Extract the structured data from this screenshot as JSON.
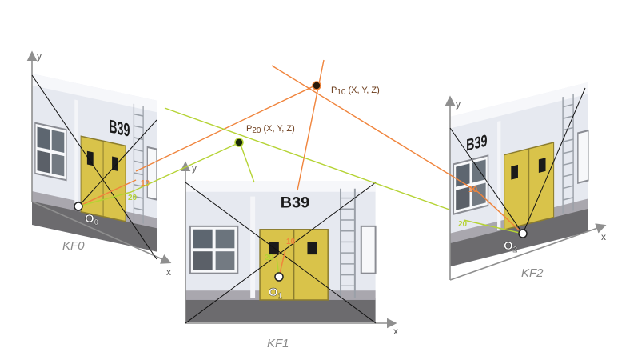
{
  "keyframes": [
    {
      "label": "KF0",
      "origin": "O",
      "origin_sub": "0"
    },
    {
      "label": "KF1",
      "origin": "O",
      "origin_sub": "1"
    },
    {
      "label": "KF2",
      "origin": "O",
      "origin_sub": "2"
    }
  ],
  "axes": {
    "x": "x",
    "y": "y"
  },
  "points": [
    {
      "name": "P",
      "sub": "10",
      "coords": "(X, Y, Z)",
      "color": "#f0843c",
      "feature_label": "10"
    },
    {
      "name": "P",
      "sub": "20",
      "coords": "(X, Y, Z)",
      "color": "#b5d334",
      "feature_label": "20"
    }
  ],
  "building": {
    "sign": "B39"
  },
  "colors": {
    "ray_p10": "#f0843c",
    "ray_p20": "#b5d334",
    "wall": "#e9ecf2",
    "door": "#d9c34a",
    "axis": "#8f8f8f"
  }
}
